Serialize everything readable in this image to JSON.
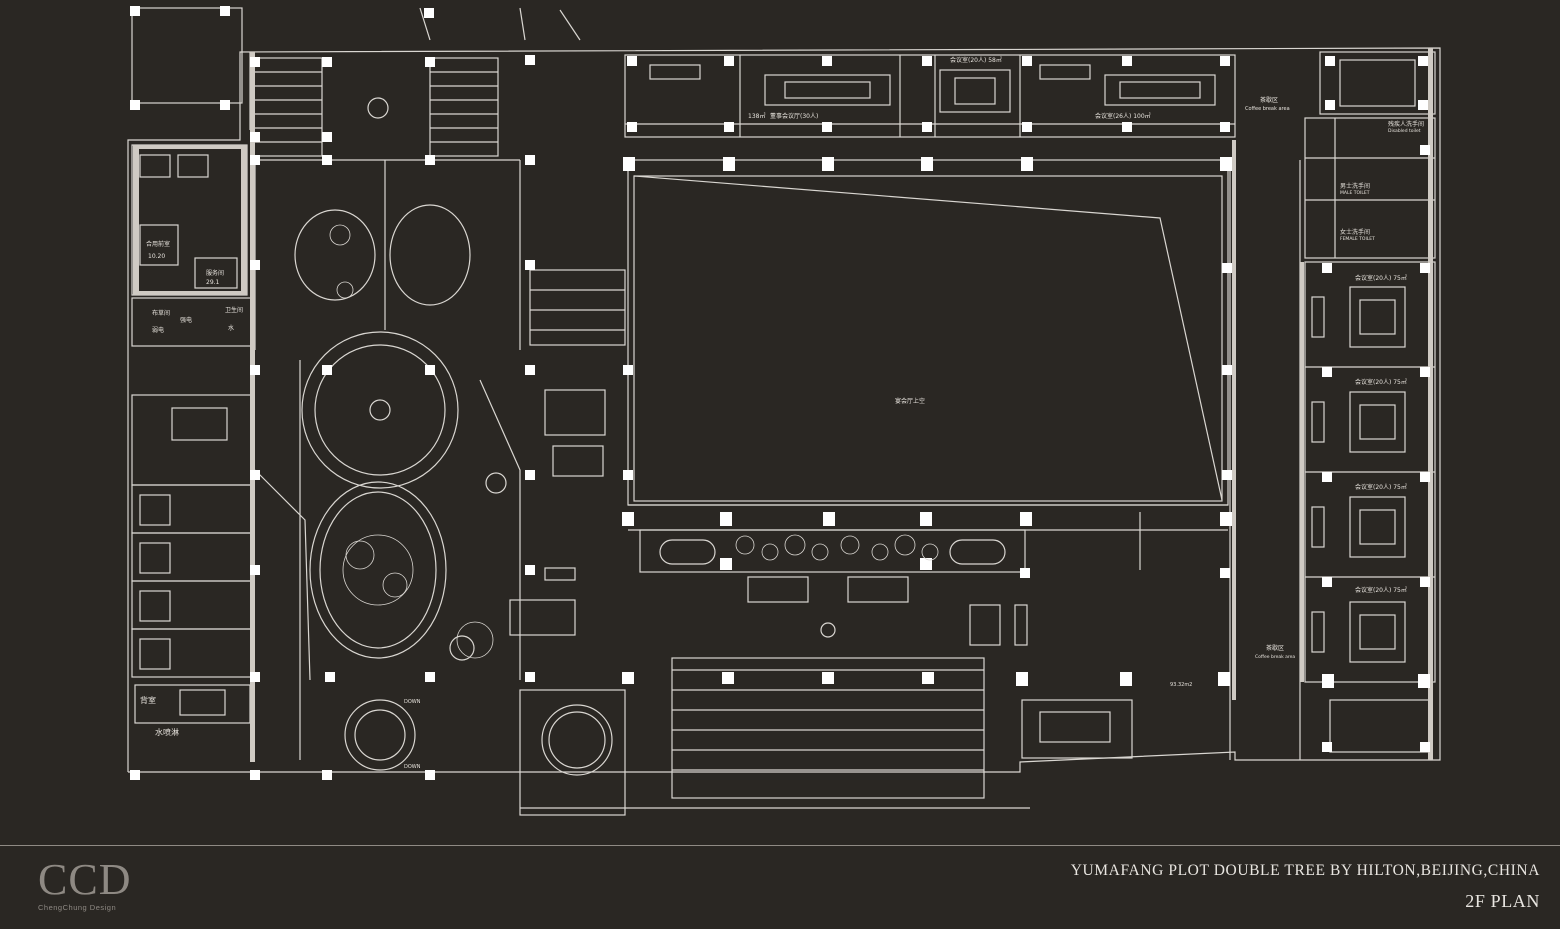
{
  "colors": {
    "background": "#2a2723",
    "line": "#d9d6d1",
    "column": "#ffffff",
    "wall_fill": "#cfcac3",
    "logo": "#8e8983"
  },
  "title_block": {
    "logo_mark": "CCD",
    "logo_sub": "ChengChung Design",
    "project_title": "YUMAFANG PLOT DOUBLE TREE BY HILTON,BEIJING,CHINA",
    "sheet_title": "2F PLAN"
  },
  "room_labels": {
    "boardroom": "董事会议厅(30人)",
    "boardroom_area": "138㎡",
    "meeting_20_top": "会议室(20人)  58㎡",
    "meeting_26": "会议室(26人)  100㎡",
    "coffee_top_cn": "茶歇区",
    "coffee_top_en": "Coffee break area",
    "disabled_cn": "残疾人洗手间",
    "disabled_en": "Disabled toilet",
    "male_cn": "男士洗手间",
    "male_en": "MALE TOILET",
    "female_cn": "女士洗手间",
    "female_en": "FEMALE TOILET",
    "meeting_20_a": "会议室(20人)  75㎡",
    "meeting_20_b": "会议室(20人)  75㎡",
    "meeting_20_c": "会议室(20人)  75㎡",
    "meeting_20_d": "会议室(20人)  75㎡",
    "banquet_void": "宴会厅上空",
    "coffee_right_cn": "茶歇区",
    "coffee_right_en": "Coffee break area",
    "prefunction_area": "93.32m2",
    "shared_office": "合用前室",
    "shared_office_area": "10.20",
    "service_room": "服务间",
    "service_area": "29.1",
    "linen": "布草间",
    "weak_current": "弱电",
    "strong_current": "强电",
    "sanitary": "卫生间",
    "water": "水",
    "back_room": "背室",
    "water_pipe": "水喷淋",
    "down_1": "DOWN",
    "down_2": "DOWN"
  }
}
